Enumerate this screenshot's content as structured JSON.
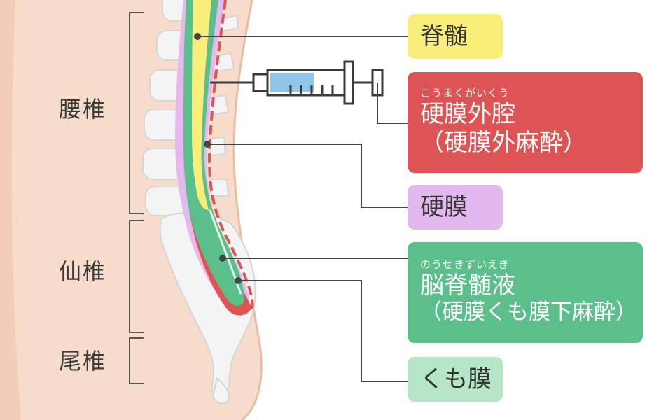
{
  "regions": {
    "lumbar": "腰椎",
    "sacral": "仙椎",
    "coccyx": "尾椎"
  },
  "labels": {
    "spinal_cord": {
      "text": "脊髄",
      "color": "#f9ee7a"
    },
    "epidural": {
      "ruby": "こうまくがいくう",
      "text": "硬膜外腔",
      "sub": "（硬膜外麻酔）",
      "color": "#de5353"
    },
    "dura": {
      "text": "硬膜",
      "color": "#e3b8ee"
    },
    "csf": {
      "ruby": "のうせきずいえき",
      "text": "脳脊髄液",
      "sub": "（硬膜くも膜下麻酔）",
      "color": "#5bbf8c"
    },
    "arachnoid": {
      "text": "くも膜",
      "color": "#b5e6c6"
    }
  },
  "colors": {
    "skin": "#f8dccb",
    "skin_edge": "#e9bca5",
    "bone": "#f2f2f2",
    "bone_edge": "#d9d9d9",
    "leader": "#444444",
    "syringe_fill": "#8fc6e8"
  }
}
